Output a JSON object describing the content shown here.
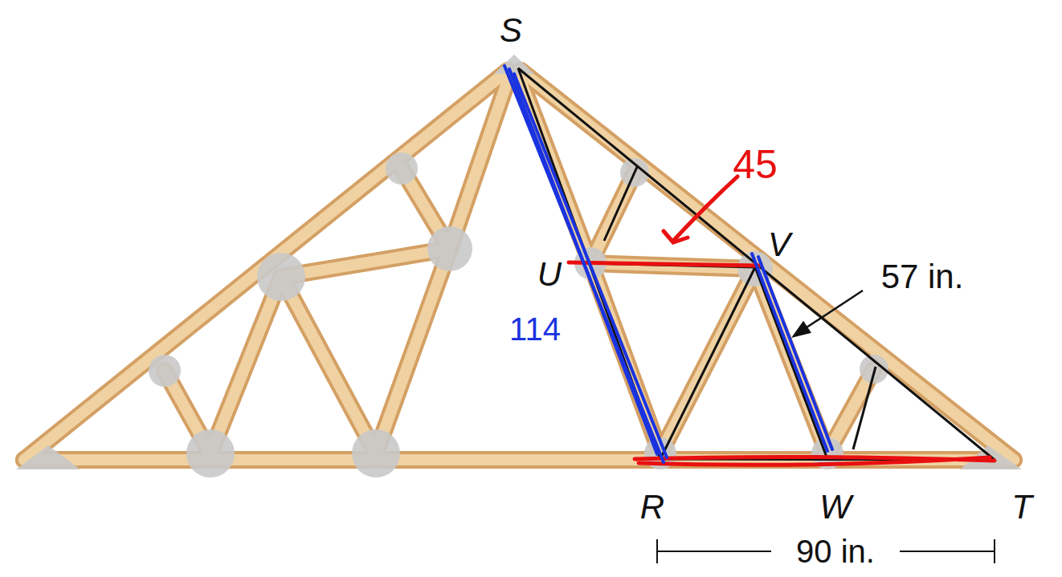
{
  "diagram": {
    "labels": [
      "S",
      "U",
      "V",
      "57 in.",
      "R",
      "W",
      "T",
      "90 in.",
      "45",
      "114"
    ]
  }
}
